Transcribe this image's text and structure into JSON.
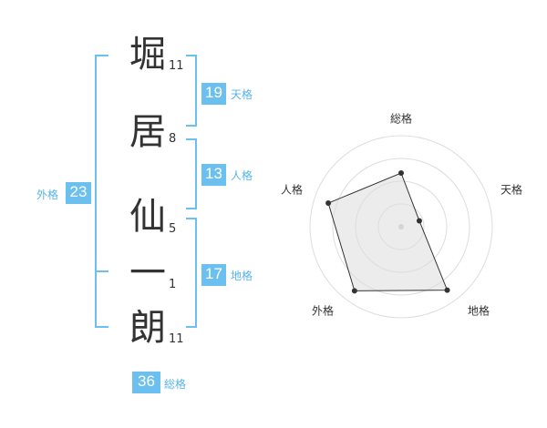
{
  "name": {
    "chars": [
      {
        "char": "堀",
        "strokes": "11"
      },
      {
        "char": "居",
        "strokes": "8"
      },
      {
        "char": "仙",
        "strokes": "5"
      },
      {
        "char": "一",
        "strokes": "1"
      },
      {
        "char": "朗",
        "strokes": "11"
      }
    ]
  },
  "fortunes": {
    "tenkaku": {
      "value": "19",
      "label": "天格"
    },
    "jinkaku": {
      "value": "13",
      "label": "人格"
    },
    "chikaku": {
      "value": "17",
      "label": "地格"
    },
    "gaikaku": {
      "value": "23",
      "label": "外格"
    },
    "soukaku": {
      "value": "36",
      "label": "総格"
    }
  },
  "colors": {
    "accent": "#6cc0ef",
    "accent_text": "#56b4e9"
  },
  "chart_data": {
    "type": "radar",
    "axes": [
      "総格",
      "天格",
      "地格",
      "外格",
      "人格"
    ],
    "values": [
      0.59,
      0.21,
      0.86,
      0.87,
      0.84
    ],
    "range": [
      0,
      1
    ],
    "rings": 4
  }
}
